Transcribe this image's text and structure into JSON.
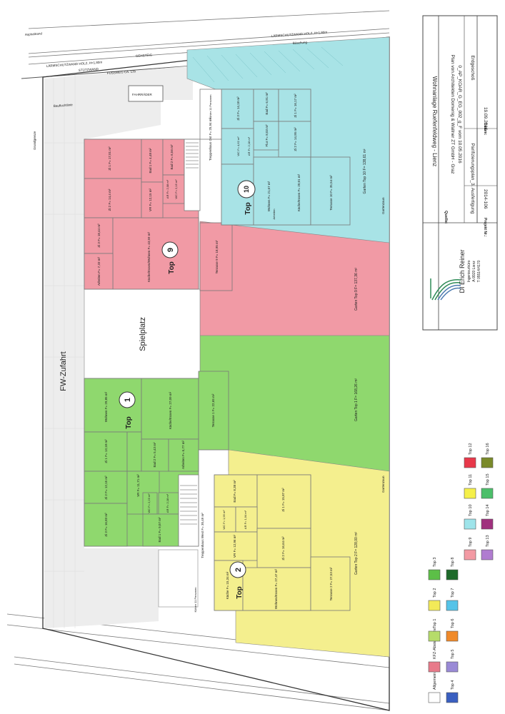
{
  "title_block": {
    "project": "Wohnanlage Ruefenfeldweg - Lienz",
    "source_label": "Quelle:",
    "source_line1": "Plan von Architekten Domenig & Wallner ZT GmbH - Graz",
    "source_line2": "0_AP_KOAR_G_EG_002_g_F vom 10.05.2016",
    "doc_type": "Parifizierungsplan_3. Ausfertigung",
    "level": "Erdgeschoß",
    "project_no_label": "Projekt Nr.:",
    "project_no": "2014-106",
    "date_label": "Datum:",
    "date": "19.09.2016",
    "office_name": "DI Erich Reiner",
    "office_role": "Ingenieurbüro",
    "office_addr": "A-9920 Lienz",
    "office_phone": "T 05514/4170"
  },
  "site_labels": {
    "fw_zufahrt": "FW-Zufahrt",
    "spielplatz": "Spielplatz",
    "laerm1": "LÄRMSCHUTZWAND HOLZ, H=1,80m",
    "laerm2": "LÄRMSCHUTZWAND HOLZ, H=1,80m",
    "stuetzwand": "STÜTZWAND",
    "fussweg": "FUSSWEG CA. 135",
    "gehsteig": "GEHSTEIG",
    "grundgrenze": "Grundgrenze",
    "bauflucht": "Baufluchtlinie",
    "asphaltrand": "Asphaltrand",
    "fahrraeder": "FAHRRÄDER",
    "boeschung": "Böschung",
    "gartenzaun": "Gartenzaun"
  },
  "units": {
    "top1": {
      "circle": "1",
      "label": "Top",
      "rooms": [
        "Küche/Essen F= 27,09 m²",
        "Wohnen F= 29,85 m²",
        "Zi 1 F= 13,18 m²",
        "Zi 2 F= 12,15 m²",
        "Zi 3 F= 16,83 m²",
        "Arbeiten F= 6,77 m²",
        "Bad 2 F= 5,43 m²",
        "Bad 1 F= 9,07 m²",
        "VR F= 11,71 m²",
        "WC F= 2,23 m²",
        "AR F= 2,18 m²"
      ],
      "terrace": "Terrasse 1 F= 22,65 m²",
      "garden": "Garten Top 1 F= 168,26 m²"
    },
    "top2": {
      "circle": "2",
      "label": "Top",
      "rooms": [
        "Wohnen/Essen F= 27,47 m²",
        "Küche F= 15,34 m²",
        "VR F= 12,96 m²",
        "Zi 2 F= 16,64 m²",
        "Zi 1 F= 15,87 m²",
        "Bad F= 8,38 m²",
        "WC F= 1,95 m²",
        "AR F= 1,94 m²"
      ],
      "terrace": "Terrasse 2 F= 27,53 m²",
      "garden": "Garten Top 2 F= 128,00 m²"
    },
    "top9": {
      "circle": "9",
      "label": "Top",
      "rooms": [
        "Küche/Essen/Wohnen F= 43,59 m²",
        "Arbeiten F= 7,33 m²",
        "Zi 3 F= 18,44 m²",
        "Zi 2 F= 14,4 m²",
        "Zi 1 F= 17,01 m²",
        "VR F= 12,15 m²",
        "Bad 1 F= 4,48 m²",
        "Bad 2 F= 6,56 m²",
        "WC F= 2,15 m²",
        "AR F= 2,08 m²"
      ],
      "terrace": "Terrasse 9 F= 18,95 m²",
      "garden": "Garten Top 9 F= 137,36 m²"
    },
    "top10": {
      "circle": "10",
      "label": "Top",
      "rooms": [
        "Wohnen F= 21,67 m²",
        "Küche/Essen F= 20,01 m²",
        "Zi 3 F= 14,18 m²",
        "Zi 1 F= 16,17 m²",
        "Zi 2 F= 14,95 m²",
        "Bad F= 6,91 m²",
        "Flur F= 8,03 m²",
        "WC F= 4,62 m²",
        "AR F= 2,18 m²",
        "Arbeiten"
      ],
      "terrace": "Terrasse 10 F= 35,54 m²",
      "garden": "Garten Top 10 F= 138,61 m²"
    },
    "stair_ost": "Treppenhaus Ost F= 25,94 m²",
    "stair_west": "Treppenhaus West F= 30,49 m²",
    "kuehler_top": "Kühler 11 Personen",
    "kuehler_bottom": "Kühler 11 Personen"
  },
  "legend": {
    "col1": [
      {
        "label": "Allgemein",
        "color": "#ffffff"
      },
      {
        "label": "KFZ-Abstellplätze",
        "color": "#e87a8a"
      },
      {
        "label": "Top 1",
        "color": "#b6dc6a"
      },
      {
        "label": "Top 2",
        "color": "#f3ea58"
      },
      {
        "label": "Top 3",
        "color": "#5cbf47"
      }
    ],
    "col2": [
      {
        "label": "Top 4",
        "color": "#3a5fc0"
      },
      {
        "label": "Top 5",
        "color": "#9a8ad6"
      },
      {
        "label": "Top 6",
        "color": "#f08a2a"
      },
      {
        "label": "Top 7",
        "color": "#55c3e8"
      },
      {
        "label": "Top 8",
        "color": "#1e6a2a"
      }
    ],
    "col3": [
      {
        "label": "Top 9",
        "color": "#f39aa4"
      },
      {
        "label": "Top 10",
        "color": "#9ee4ea"
      },
      {
        "label": "Top 11",
        "color": "#f5f04a"
      },
      {
        "label": "Top 12",
        "color": "#e8384a"
      }
    ],
    "col4": [
      {
        "label": "Top 13",
        "color": "#b07cd0"
      },
      {
        "label": "Top 14",
        "color": "#a0307e"
      },
      {
        "label": "Top 15",
        "color": "#4cbf6a"
      },
      {
        "label": "Top 16",
        "color": "#7a8a2a"
      }
    ]
  },
  "colors": {
    "pink": "#f19aa5",
    "cyan": "#a8e3e6",
    "green": "#8fd86e",
    "yellow": "#f4ef8e",
    "paving": "#ececec"
  }
}
